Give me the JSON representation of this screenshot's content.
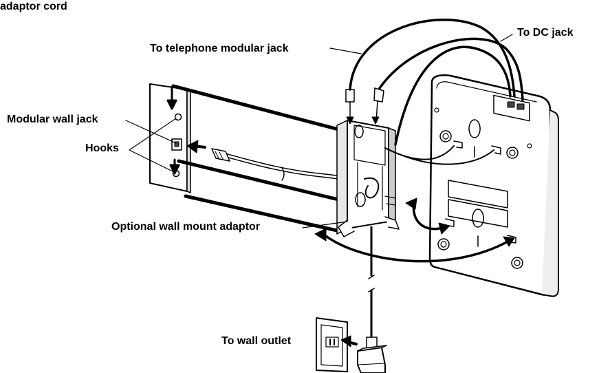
{
  "labels": {
    "top_left": "adaptor cord",
    "telephone_jack": "To telephone modular jack",
    "dc_jack": "To DC jack",
    "modular_wall_jack": "Modular wall jack",
    "hooks": "Hooks",
    "wall_mount_adaptor": "Optional wall mount adaptor",
    "wall_outlet": "To wall outlet"
  }
}
